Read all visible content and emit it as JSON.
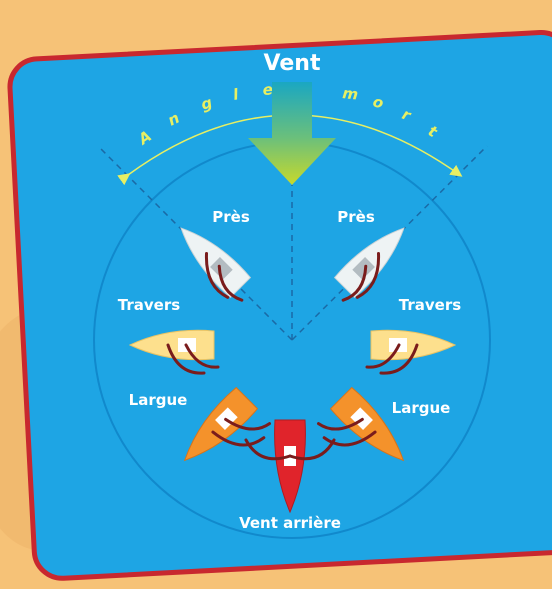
{
  "title": "Vent",
  "dead_angle_label": "Angle mort",
  "dead_angle_letters": [
    "A",
    "n",
    "g",
    "l",
    "e",
    "m",
    "o",
    "r",
    "t"
  ],
  "labels": {
    "pres_left": "Près",
    "pres_right": "Près",
    "travers_left": "Travers",
    "travers_right": "Travers",
    "largue_left": "Largue",
    "largue_right": "Largue",
    "vent_arriere": "Vent arrière"
  },
  "colors": {
    "background": "#f6c277",
    "panel": "#1ea5e4",
    "panel_border": "#c8282f",
    "circle": "#1189cc",
    "guide": "#1a6aa6",
    "arrow_top": "#1aa7c2",
    "arrow_bottom": "#c8d92b",
    "dead_angle": "#e7ef63",
    "boat_pres": "#eef3f4",
    "boat_travers": "#fde08d",
    "boat_largue": "#f4922b",
    "boat_arriere": "#e0242b",
    "sail": "#7a1c1c"
  },
  "boats": [
    {
      "name": "boat-pres-left",
      "allure": "pres"
    },
    {
      "name": "boat-pres-right",
      "allure": "pres"
    },
    {
      "name": "boat-travers-left",
      "allure": "travers"
    },
    {
      "name": "boat-travers-right",
      "allure": "travers"
    },
    {
      "name": "boat-largue-left",
      "allure": "largue"
    },
    {
      "name": "boat-largue-right",
      "allure": "largue"
    },
    {
      "name": "boat-vent-arriere",
      "allure": "vent_arriere"
    }
  ]
}
